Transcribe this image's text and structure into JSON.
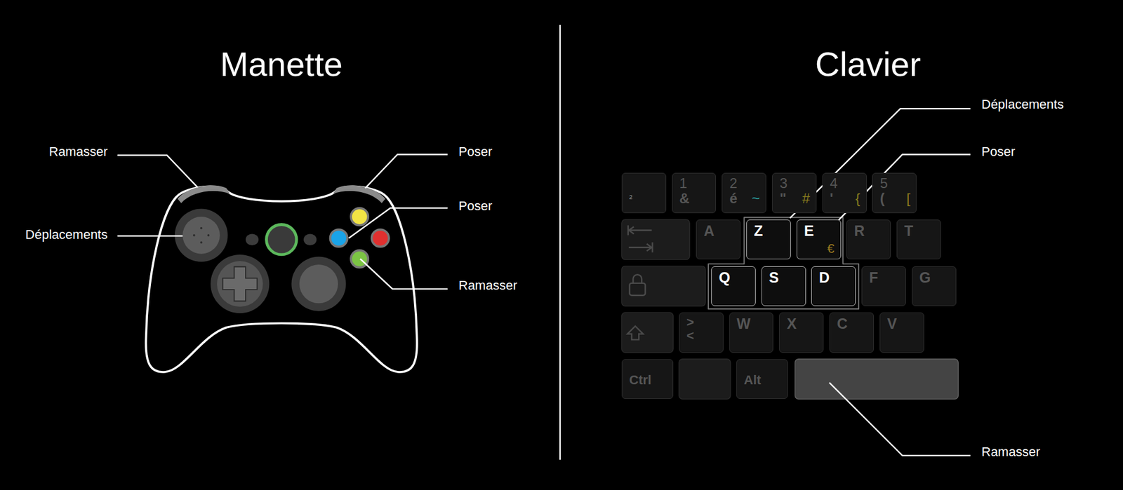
{
  "diagram": {
    "nodes": [
      {
        "text": [
          "²"
        ]
      },
      {
        "text": [
          "1",
          "&"
        ]
      },
      {
        "text": [
          "2",
          "é",
          "~"
        ]
      },
      {
        "text": [
          "3",
          "\"",
          "#"
        ]
      },
      {
        "text": [
          "4",
          "'",
          "{"
        ]
      },
      {
        "text": [
          "5",
          "(",
          "["
        ]
      },
      {
        "text": [
          "A"
        ]
      },
      {
        "text": [
          "Z"
        ]
      },
      {
        "text": [
          "E",
          "€"
        ]
      },
      {
        "text": [
          "R"
        ]
      },
      {
        "text": [
          "T"
        ]
      },
      {
        "text": [
          "Q"
        ]
      },
      {
        "text": [
          "S"
        ]
      },
      {
        "text": [
          "D"
        ]
      },
      {
        "text": [
          "F"
        ]
      },
      {
        "text": [
          "G"
        ]
      },
      {
        "text": [
          ">",
          "<"
        ]
      },
      {
        "text": [
          "W"
        ]
      },
      {
        "text": [
          "X"
        ]
      },
      {
        "text": [
          "C"
        ]
      },
      {
        "text": [
          "V"
        ]
      },
      {
        "text": [
          "Ctrl"
        ]
      },
      {
        "text": [
          "Alt"
        ]
      }
    ],
    "labels": [
      "Manette",
      "Ramasser",
      "Poser",
      "Poser",
      "Déplacements",
      "Ramasser",
      "Clavier",
      "Déplacements",
      "Poser",
      "Ramasser"
    ]
  }
}
